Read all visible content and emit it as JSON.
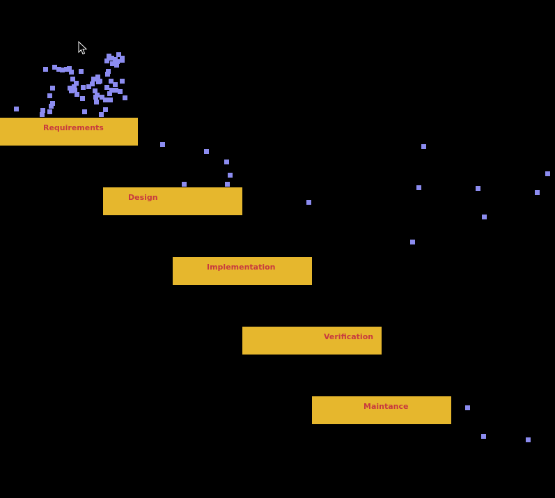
{
  "blocks": {
    "requirements": "Requirements",
    "design": "Design",
    "implementation": "Implementation",
    "verification": "Verification",
    "maintenance": "Maintance"
  },
  "colors": {
    "background": "#000000",
    "block_fill": "#e6b72d",
    "block_text": "#c83a3f",
    "particle": "#8c8cf0"
  },
  "icons": {
    "cursor": "mouse-pointer-icon"
  }
}
